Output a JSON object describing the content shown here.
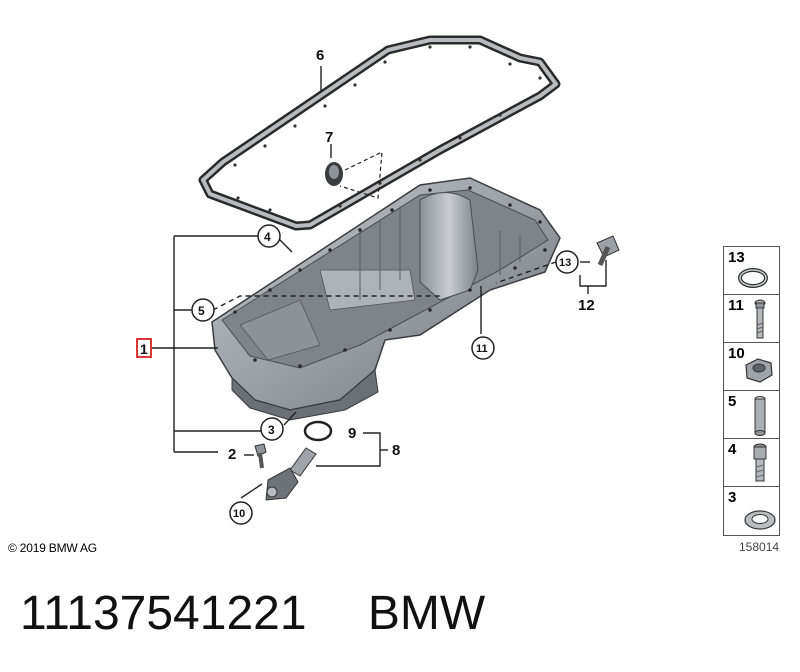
{
  "callouts": {
    "c1": "1",
    "c2": "2",
    "c3": "3",
    "c4": "4",
    "c5": "5",
    "c6": "6",
    "c7": "7",
    "c8": "8",
    "c9": "9",
    "c10": "10",
    "c11": "11",
    "c12": "12",
    "c13": "13"
  },
  "sidebar": {
    "items": [
      {
        "label": "13",
        "icon": "seal-ring-icon"
      },
      {
        "label": "11",
        "icon": "long-bolt-icon"
      },
      {
        "label": "10",
        "icon": "hex-nut-icon"
      },
      {
        "label": "5",
        "icon": "dowel-sleeve-icon"
      },
      {
        "label": "4",
        "icon": "socket-screw-icon"
      },
      {
        "label": "3",
        "icon": "flat-washer-icon"
      }
    ]
  },
  "footer": {
    "copyright": "© 2019 BMW AG",
    "figure_number": "158014",
    "part_number": "11137541221",
    "brand": "BMW"
  },
  "colors": {
    "highlight": "#d62020",
    "line": "#333333",
    "part_gray": "#9ea4aa"
  }
}
